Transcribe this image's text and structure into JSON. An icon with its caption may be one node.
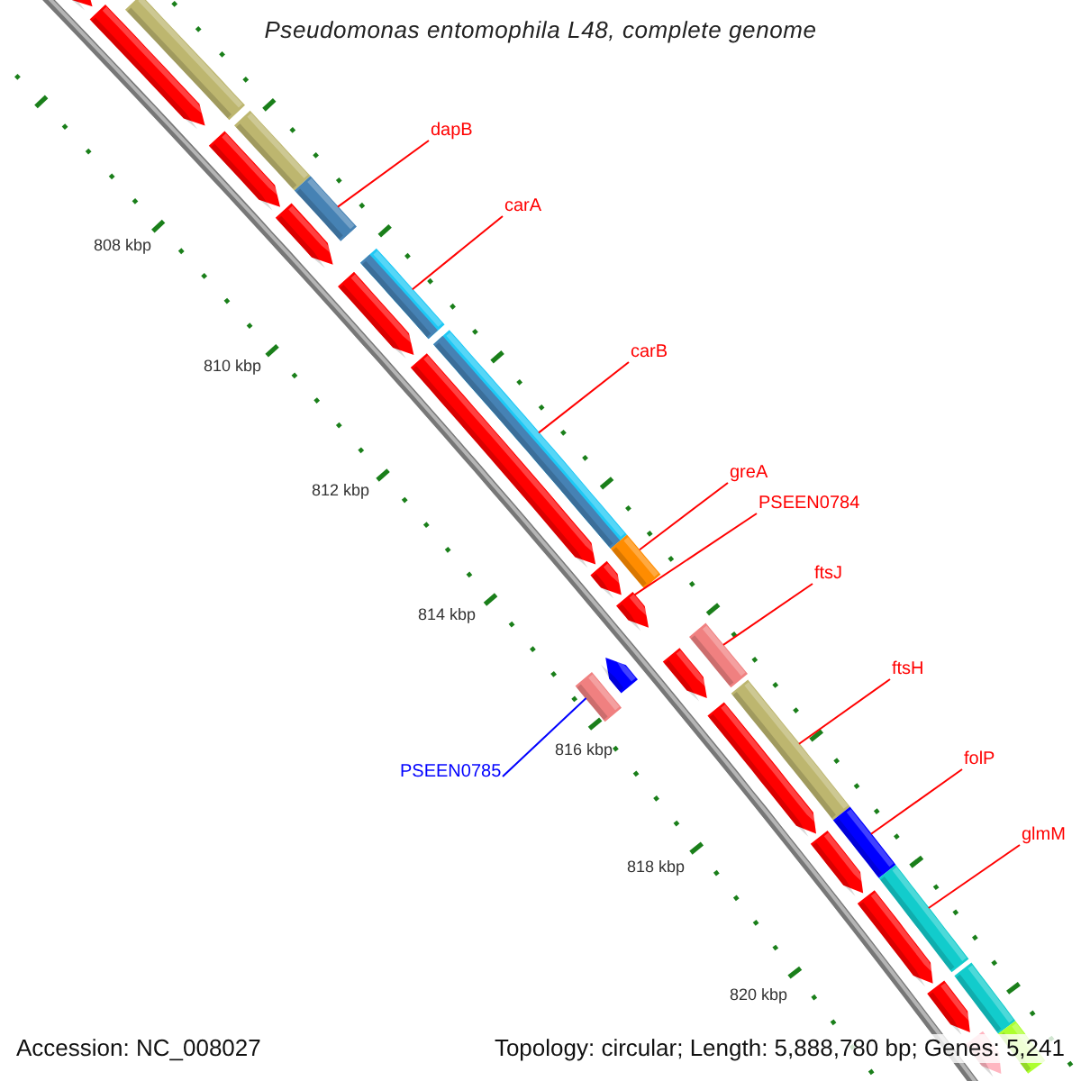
{
  "diagram": {
    "title": "Pseudomonas entomophila L48, complete genome",
    "nodes": [
      {
        "text": [
          "dapB"
        ]
      },
      {
        "text": [
          "carA"
        ]
      },
      {
        "text": [
          "carB"
        ]
      },
      {
        "text": [
          "greA"
        ]
      },
      {
        "text": [
          "PSEEN0784"
        ]
      },
      {
        "text": [
          "ftsJ"
        ]
      },
      {
        "text": [
          "ftsH"
        ]
      },
      {
        "text": [
          "folP"
        ]
      },
      {
        "text": [
          "PSEEN0785"
        ]
      },
      {
        "text": [
          "glmM"
        ]
      },
      {
        "text": [],
        "shape": "bar"
      },
      {
        "text": [],
        "shape": "arrow"
      },
      {
        "text": [],
        "shape": "arrow"
      },
      {
        "text": [],
        "shape": "arrow"
      },
      {
        "text": [],
        "shape": "bar"
      },
      {
        "text": [],
        "shape": "bar"
      },
      {
        "text": [],
        "shape": "arrow"
      },
      {
        "text": [],
        "shape": "bar"
      },
      {
        "text": [],
        "shape": "arrow"
      },
      {
        "text": [],
        "shape": "bar"
      },
      {
        "text": [],
        "shape": "arrow"
      },
      {
        "text": [],
        "shape": "bar"
      },
      {
        "text": [],
        "shape": "arrow"
      },
      {
        "text": [],
        "shape": "arrow"
      },
      {
        "text": [],
        "shape": "arrow"
      },
      {
        "text": [],
        "shape": "bar"
      },
      {
        "text": [],
        "shape": "bar"
      },
      {
        "text": [],
        "shape": "arrow"
      },
      {
        "text": [],
        "shape": "bar"
      },
      {
        "text": [],
        "shape": "arrow"
      },
      {
        "text": [],
        "shape": "bar"
      },
      {
        "text": [],
        "shape": "arrow"
      },
      {
        "text": [],
        "shape": "bar"
      },
      {
        "text": [],
        "shape": "arrow"
      },
      {
        "text": [],
        "shape": "arrow"
      },
      {
        "text": [],
        "shape": "bar"
      },
      {
        "text": [],
        "shape": "arrow"
      },
      {
        "text": [],
        "shape": "bar"
      }
    ],
    "edges": [
      {
        "from": 0,
        "to": 15,
        "arrow": "none"
      },
      {
        "from": 1,
        "to": 17,
        "arrow": "none"
      },
      {
        "from": 2,
        "to": 19,
        "arrow": "none"
      },
      {
        "from": 3,
        "to": 21,
        "arrow": "none"
      },
      {
        "from": 4,
        "to": 23,
        "arrow": "none"
      },
      {
        "from": 5,
        "to": 26,
        "arrow": "none"
      },
      {
        "from": 6,
        "to": 28,
        "arrow": "none"
      },
      {
        "from": 7,
        "to": 30,
        "arrow": "none"
      },
      {
        "from": 8,
        "to": 25,
        "arrow": "none",
        "color": "#0000ff"
      },
      {
        "from": 9,
        "to": 32,
        "arrow": "none"
      }
    ],
    "labels": [
      "808 kbp",
      "810 kbp",
      "812 kbp",
      "814 kbp",
      "816 kbp",
      "818 kbp",
      "820 kbp",
      "Accession: NC_008027",
      "Topology: circular; Length: 5,888,780 bp; Genes: 5,241"
    ]
  }
}
